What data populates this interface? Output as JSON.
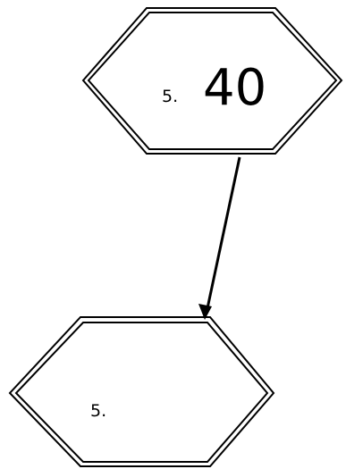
{
  "nodes": [
    {
      "id": "top",
      "index_label": "5.",
      "value_label": "40"
    },
    {
      "id": "bottom",
      "index_label": "5.",
      "value_label": ""
    }
  ],
  "edges": [
    {
      "from": "top",
      "to": "bottom",
      "directed": true
    }
  ],
  "colors": {
    "stroke": "#000000",
    "background": "#ffffff"
  }
}
